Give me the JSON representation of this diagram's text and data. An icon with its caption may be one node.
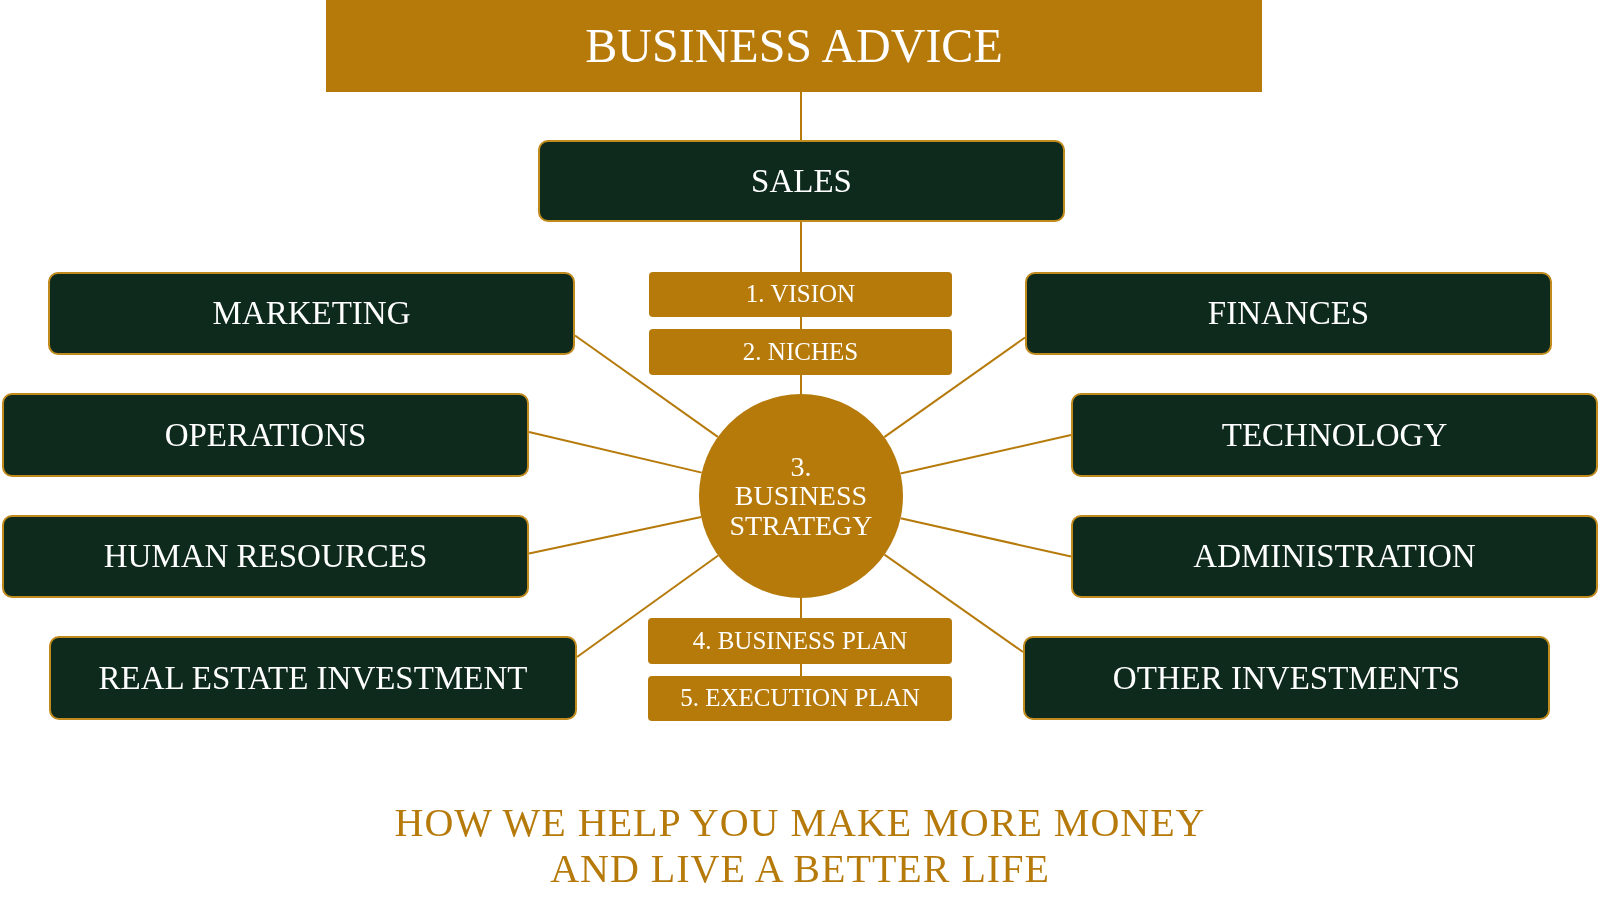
{
  "diagram": {
    "caption": "HOW WE HELP YOU MAKE MORE MONEY AND LIVE A BETTER LIFE",
    "nodes": [
      {
        "text": [
          "BUSINESS ADVICE"
        ]
      },
      {
        "text": [
          "SALES"
        ]
      },
      {
        "text": [
          "1. VISION"
        ]
      },
      {
        "text": [
          "2. NICHES"
        ]
      },
      {
        "text": [
          "MARKETING"
        ]
      },
      {
        "text": [
          "FINANCES"
        ]
      },
      {
        "text": [
          "3. BUSINESS STRATEGY"
        ]
      },
      {
        "text": [
          "OPERATIONS"
        ]
      },
      {
        "text": [
          "TECHNOLOGY"
        ]
      },
      {
        "text": [
          "HUMAN RESOURCES"
        ]
      },
      {
        "text": [
          "ADMINISTRATION"
        ]
      },
      {
        "text": [
          "4. BUSINESS PLAN"
        ]
      },
      {
        "text": [
          "REAL ESTATE INVESTMENT"
        ]
      },
      {
        "text": [
          "OTHER INVESTMENTS"
        ]
      },
      {
        "text": [
          "5. EXECUTION PLAN"
        ]
      }
    ],
    "edges": [
      {
        "from": 0,
        "to": 1,
        "arrow": "none"
      },
      {
        "from": 1,
        "to": 2,
        "arrow": "none"
      },
      {
        "from": 2,
        "to": 3,
        "arrow": "none"
      },
      {
        "from": 3,
        "to": 6,
        "arrow": "none"
      },
      {
        "from": 6,
        "to": 11,
        "arrow": "none"
      },
      {
        "from": 11,
        "to": 14,
        "arrow": "none"
      },
      {
        "from": 6,
        "to": 4,
        "arrow": "none"
      },
      {
        "from": 6,
        "to": 5,
        "arrow": "none"
      },
      {
        "from": 6,
        "to": 7,
        "arrow": "none"
      },
      {
        "from": 6,
        "to": 8,
        "arrow": "none"
      },
      {
        "from": 6,
        "to": 9,
        "arrow": "none"
      },
      {
        "from": 6,
        "to": 10,
        "arrow": "none"
      },
      {
        "from": 6,
        "to": 12,
        "arrow": "none"
      },
      {
        "from": 6,
        "to": 13,
        "arrow": "none"
      }
    ]
  }
}
